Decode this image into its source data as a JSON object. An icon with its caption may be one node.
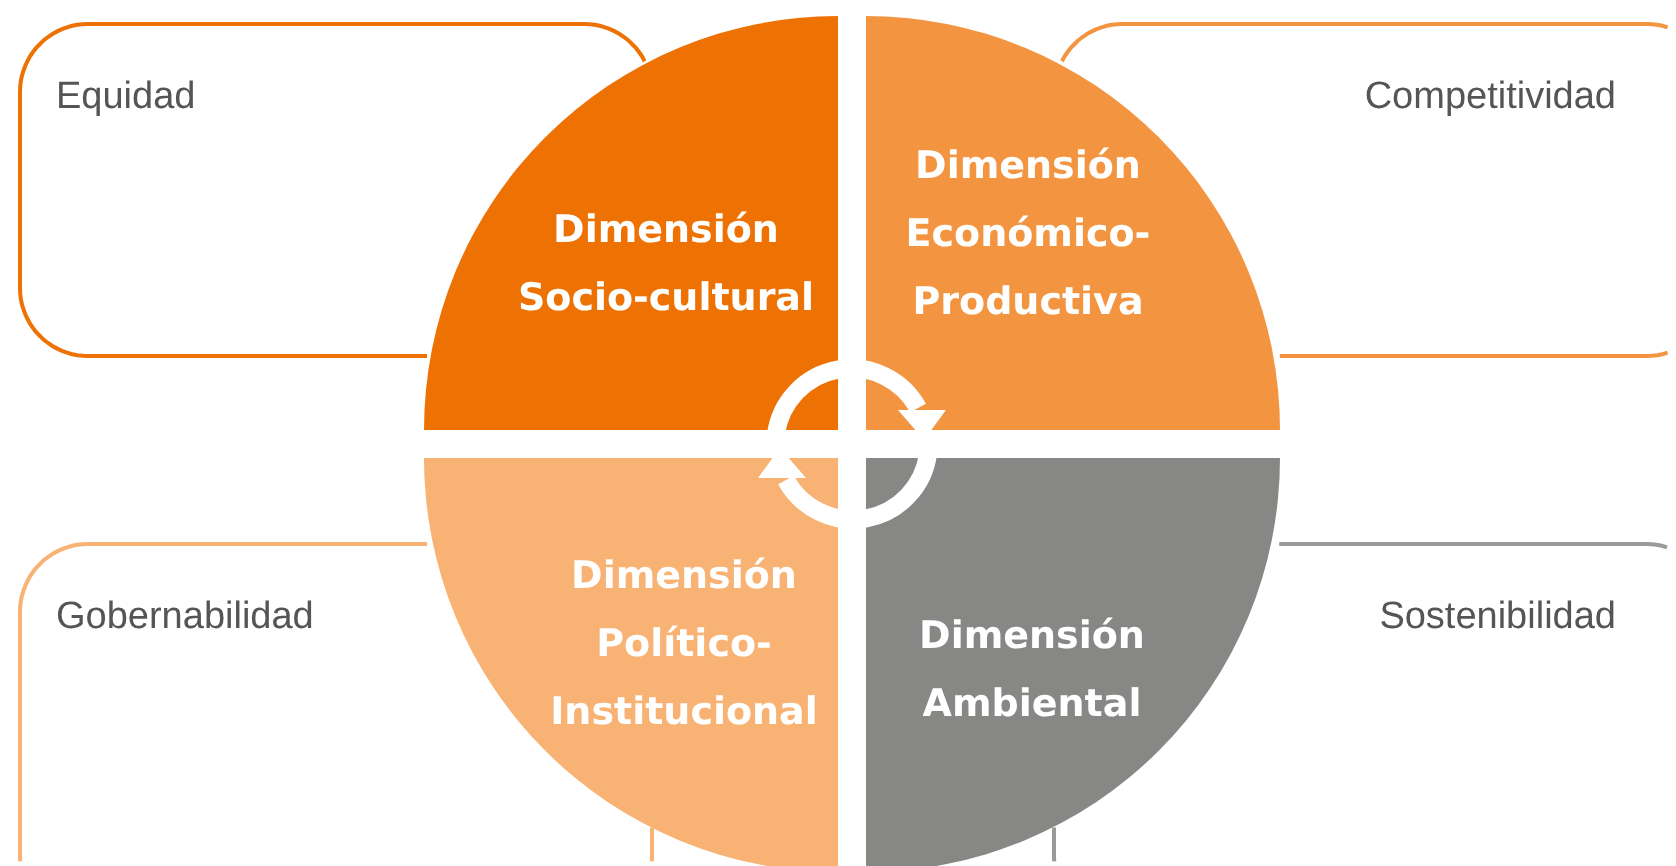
{
  "diagram": {
    "nodes": [
      {
        "text": [
          "Equidad"
        ]
      },
      {
        "text": [
          "Dimensión Socio-cultural"
        ]
      },
      {
        "text": [
          "Dimensión Económico-Productiva"
        ]
      },
      {
        "text": [
          "Competitividad"
        ]
      },
      {
        "text": [
          "Gobernabilidad"
        ]
      },
      {
        "text": [
          "Dimensión Político-Institucional"
        ]
      },
      {
        "text": [
          "Dimensión Ambiental"
        ]
      },
      {
        "text": [
          "Sostenibilidad"
        ]
      }
    ]
  }
}
